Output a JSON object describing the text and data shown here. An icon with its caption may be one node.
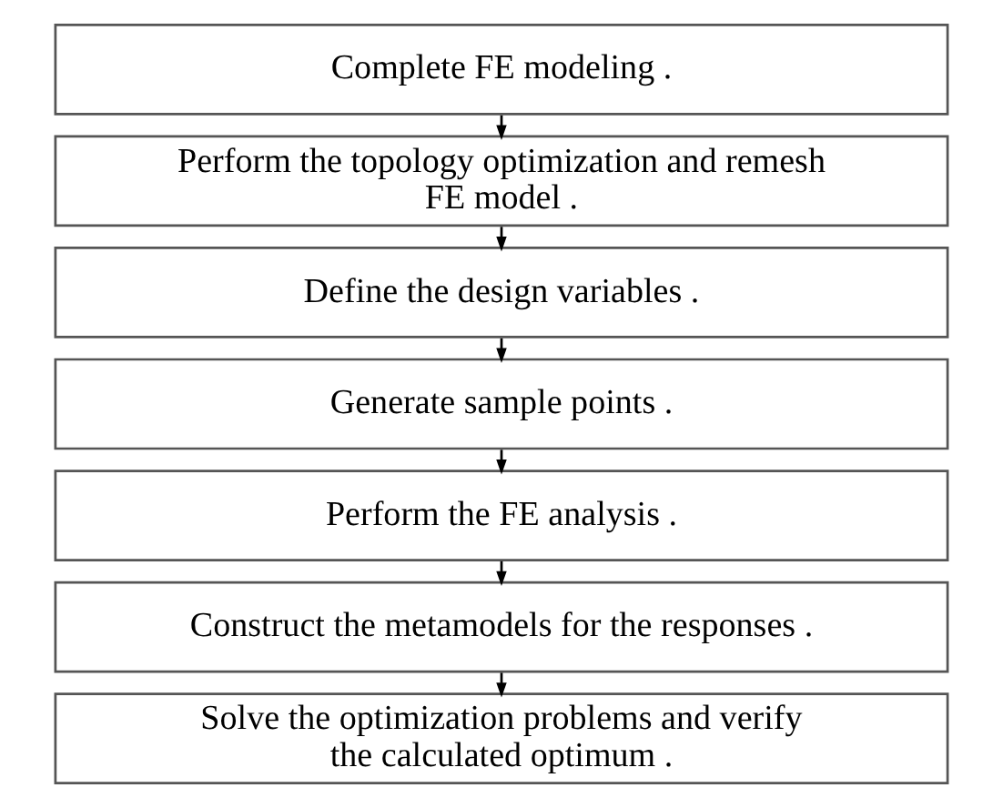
{
  "diagram": {
    "nodes": [
      {
        "text": [
          "Complete FE modeling ."
        ]
      },
      {
        "text": [
          "Perform the topology optimization and remesh FE model ."
        ]
      },
      {
        "text": [
          "Define the design variables ."
        ]
      },
      {
        "text": [
          "Generate sample points ."
        ]
      },
      {
        "text": [
          "Perform the FE analysis ."
        ]
      },
      {
        "text": [
          "Construct the metamodels for the responses ."
        ]
      },
      {
        "text": [
          "Solve the optimization problems and verify the calculated optimum ."
        ]
      }
    ],
    "edges": [
      {
        "from": 0,
        "to": 1,
        "arrow": "to"
      },
      {
        "from": 1,
        "to": 2,
        "arrow": "to"
      },
      {
        "from": 2,
        "to": 3,
        "arrow": "to"
      },
      {
        "from": 3,
        "to": 4,
        "arrow": "to"
      },
      {
        "from": 4,
        "to": 5,
        "arrow": "to"
      },
      {
        "from": 5,
        "to": 6,
        "arrow": "to"
      }
    ]
  }
}
